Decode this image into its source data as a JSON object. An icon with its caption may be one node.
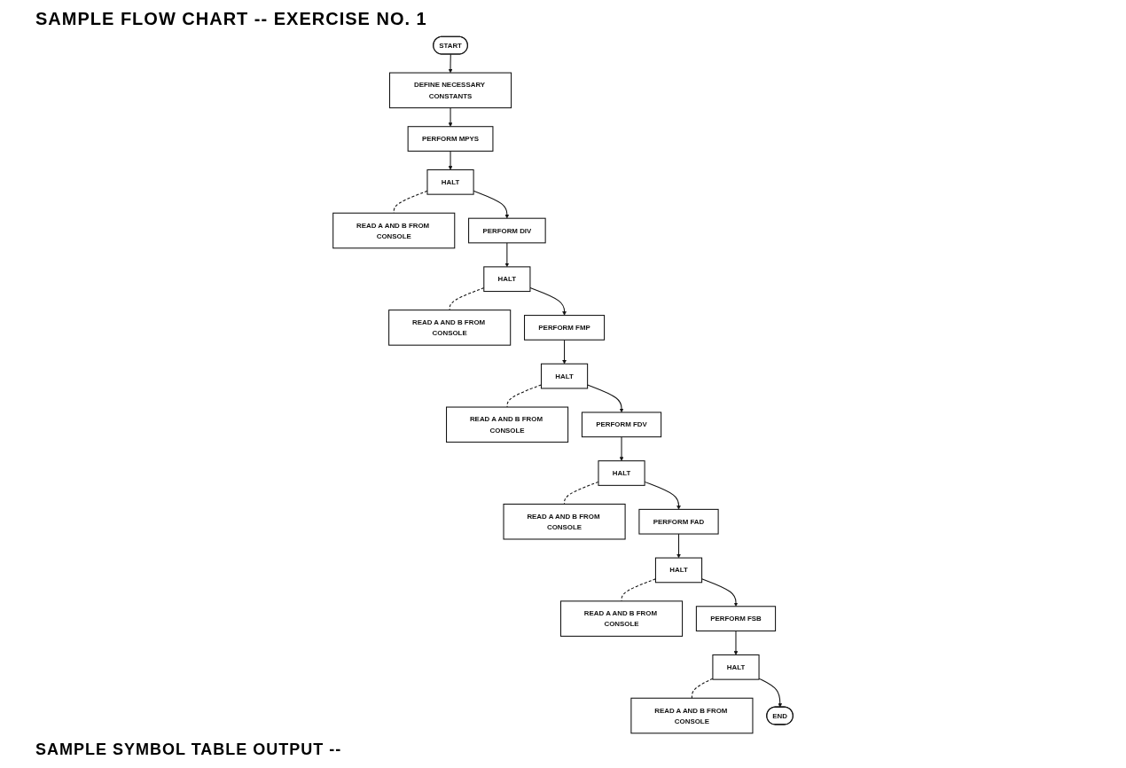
{
  "diagram": {
    "title": "SAMPLE FLOW CHART -- EXERCISE NO. 1",
    "nodes": [
      {
        "text": [
          "START"
        ]
      },
      {
        "text": [
          "DEFINE NECESSARY CONSTANTS"
        ]
      },
      {
        "text": [
          "PERFORM MPYS"
        ]
      },
      {
        "text": [
          "HALT"
        ]
      },
      {
        "text": [
          "READ A AND B FROM CONSOLE"
        ]
      },
      {
        "text": [
          "PERFORM DIV"
        ]
      },
      {
        "text": [
          "READ A AND B FROM CONSOLE"
        ]
      },
      {
        "text": [
          "READ A AND B FROM CONSOLE"
        ]
      },
      {
        "text": [
          "PERFORM FDV"
        ]
      },
      {
        "text": [
          "HALT"
        ]
      },
      {
        "text": [
          "PERFORM FMP"
        ]
      },
      {
        "text": [
          "HALT"
        ]
      },
      {
        "text": [
          "READ A AND B FROM CONSOLE"
        ]
      },
      {
        "text": [
          "READ A AND B FROM CONSOLE"
        ]
      },
      {
        "text": [
          "READ A AND B FROM CONSOLE"
        ]
      },
      {
        "text": [
          "HALT"
        ]
      },
      {
        "text": [
          "PERFORM FAD"
        ]
      },
      {
        "text": [
          "HALT"
        ]
      },
      {
        "text": [
          "PERFORM FSB"
        ]
      },
      {
        "text": [
          "END"
        ]
      },
      {
        "text": [
          "HALT"
        ]
      }
    ],
    "edges": [
      {
        "from": 0,
        "to": 1,
        "arrow": "to"
      },
      {
        "from": 1,
        "to": 2,
        "arrow": "to"
      },
      {
        "from": 2,
        "to": 3,
        "arrow": "to"
      },
      {
        "from": 3,
        "to": 5,
        "arrow": "to"
      },
      {
        "from": 3,
        "to": 4,
        "arrow": "none",
        "style": "dashed"
      },
      {
        "from": 5,
        "to": 11,
        "arrow": "to"
      },
      {
        "from": 11,
        "to": 7,
        "arrow": "none",
        "style": "dashed"
      },
      {
        "from": 11,
        "to": 10,
        "arrow": "to"
      },
      {
        "from": 10,
        "to": 9,
        "arrow": "to"
      },
      {
        "from": 9,
        "to": 6,
        "arrow": "none",
        "style": "dashed"
      },
      {
        "from": 9,
        "to": 8,
        "arrow": "to"
      },
      {
        "from": 8,
        "to": 15,
        "arrow": "to"
      },
      {
        "from": 15,
        "to": 12,
        "arrow": "none",
        "style": "dashed"
      },
      {
        "from": 15,
        "to": 16,
        "arrow": "to"
      },
      {
        "from": 16,
        "to": 17,
        "arrow": "to"
      },
      {
        "from": 17,
        "to": 13,
        "arrow": "none",
        "style": "dashed"
      },
      {
        "from": 17,
        "to": 18,
        "arrow": "to"
      },
      {
        "from": 18,
        "to": 20,
        "arrow": "to"
      },
      {
        "from": 20,
        "to": 14,
        "arrow": "none",
        "style": "dashed"
      },
      {
        "from": 20,
        "to": 19,
        "arrow": "to"
      }
    ],
    "labels": [
      "SAMPLE SYMBOL TABLE OUTPUT --"
    ]
  }
}
